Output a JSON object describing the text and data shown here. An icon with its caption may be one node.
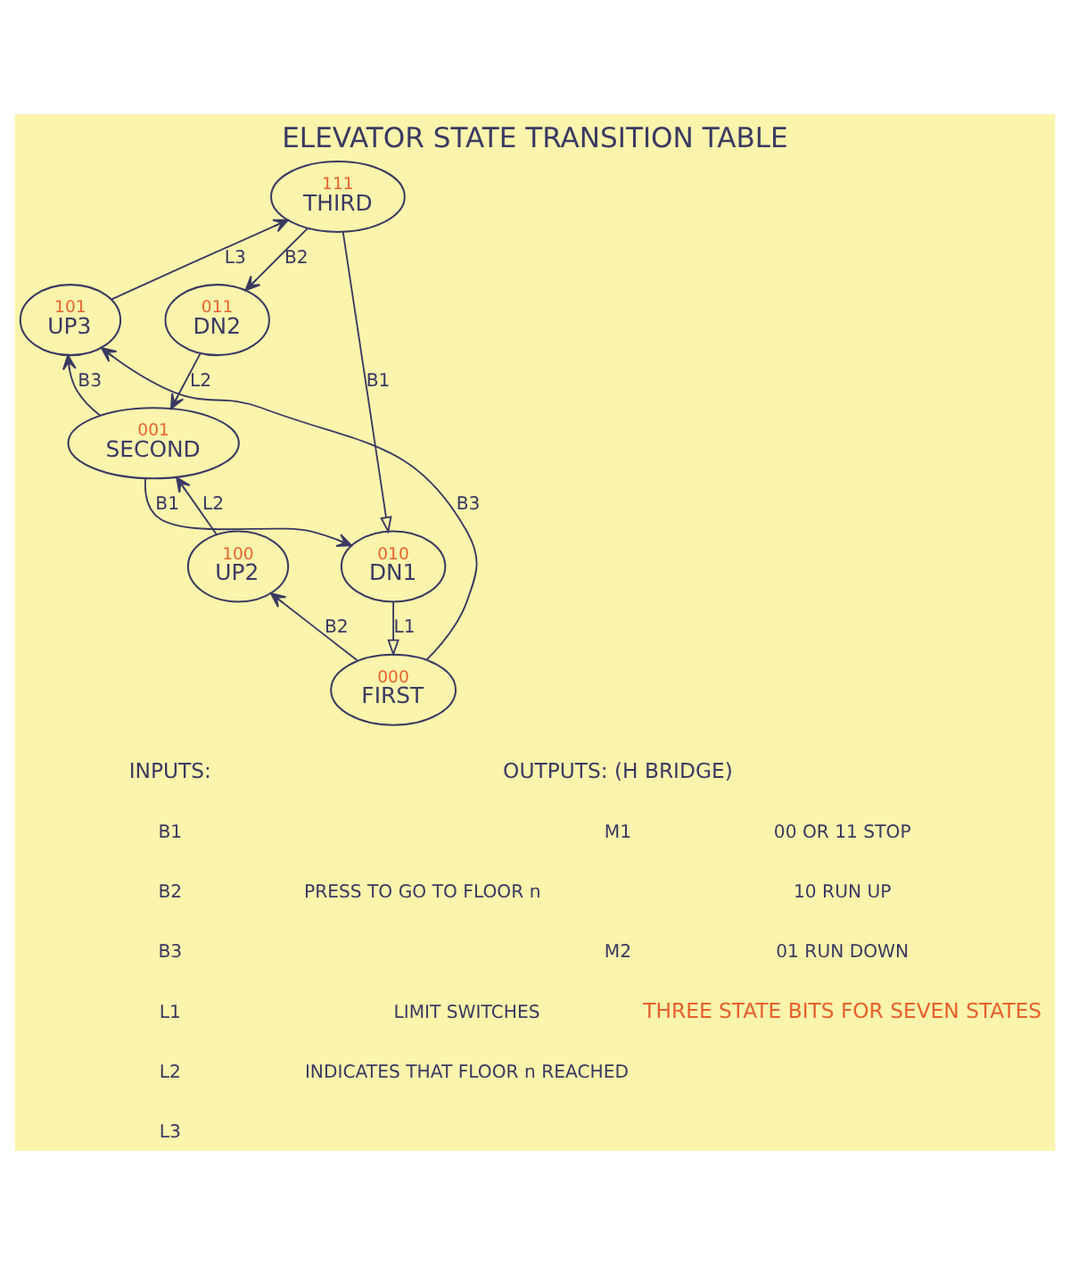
{
  "diagram": {
    "title": "ELEVATOR STATE TRANSITION TABLE",
    "nodes": [
      {
        "text": [
          "111",
          "THIRD"
        ]
      },
      {
        "text": [
          "101",
          "UP3"
        ]
      },
      {
        "text": [
          "011",
          "DN2"
        ]
      },
      {
        "text": [
          "001",
          "SECOND"
        ]
      },
      {
        "text": [
          "100",
          "UP2"
        ]
      },
      {
        "text": [
          "010",
          "DN1"
        ]
      },
      {
        "text": [
          "000",
          "FIRST"
        ]
      }
    ],
    "edges": [
      {
        "from": 1,
        "to": 0,
        "arrow": "to",
        "label": "L3"
      },
      {
        "from": 0,
        "to": 2,
        "arrow": "to",
        "label": "B2"
      },
      {
        "from": 0,
        "to": 5,
        "arrow": "to",
        "label": "B1"
      },
      {
        "from": 2,
        "to": 3,
        "arrow": "to",
        "label": "L2"
      },
      {
        "from": 3,
        "to": 1,
        "arrow": "to",
        "label": "B3"
      },
      {
        "from": 3,
        "to": 5,
        "arrow": "to",
        "label": "B1"
      },
      {
        "from": 4,
        "to": 3,
        "arrow": "to",
        "label": "L2"
      },
      {
        "from": 6,
        "to": 4,
        "arrow": "to",
        "label": "B2"
      },
      {
        "from": 6,
        "to": 1,
        "arrow": "to",
        "label": "B3"
      },
      {
        "from": 5,
        "to": 6,
        "arrow": "to",
        "label": "L1"
      }
    ],
    "labels": [
      "INPUTS:",
      "B1",
      "B2",
      "B3",
      "PRESS TO GO TO FLOOR n",
      "L1",
      "L2",
      "L3",
      "LIMIT SWITCHES",
      "INDICATES THAT FLOOR n REACHED",
      "OUTPUTS: (H BRIDGE)",
      "M1",
      "M2",
      "00 OR 11 STOP",
      "10 RUN UP",
      "01 RUN DOWN",
      "THREE STATE BITS FOR SEVEN STATES"
    ]
  }
}
